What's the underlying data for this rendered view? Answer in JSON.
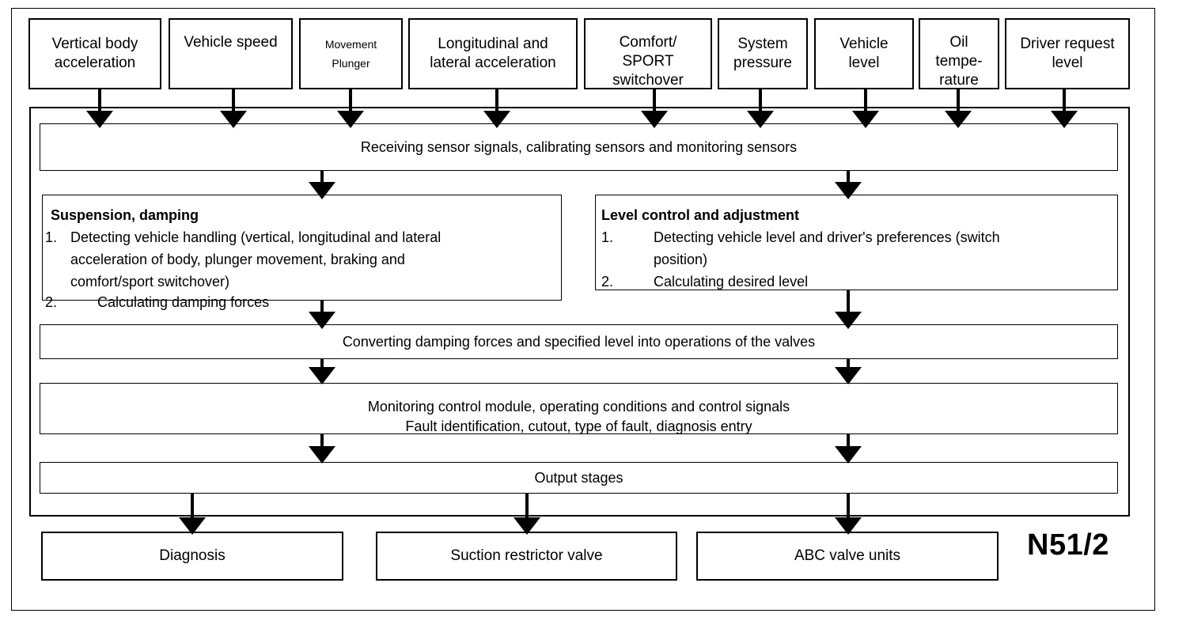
{
  "inputs": [
    {
      "id": "vertical-body-acceleration",
      "text": "Vertical body\nacceleration"
    },
    {
      "id": "vehicle-speed",
      "text": "Vehicle speed"
    },
    {
      "id": "movement-plunger",
      "text": "Movement\nPlunger"
    },
    {
      "id": "longitudinal-lateral-acceleration",
      "text": "Longitudinal and\nlateral acceleration"
    },
    {
      "id": "comfort-sport-switchover",
      "text": "Comfort/\nSPORT\nswitchover"
    },
    {
      "id": "system-pressure",
      "text": "System\npressure"
    },
    {
      "id": "vehicle-level",
      "text": "Vehicle\nlevel"
    },
    {
      "id": "oil-temperature",
      "text": "Oil\ntempe-\nrature"
    },
    {
      "id": "driver-request-level",
      "text": "Driver request\nlevel"
    }
  ],
  "receiving": "Receiving sensor signals, calibrating sensors and monitoring sensors",
  "suspension": {
    "title": "Suspension, damping",
    "item1_num": "1.",
    "item1_text": "Detecting vehicle handling (vertical, longitudinal and lateral\nacceleration of body, plunger movement, braking and\ncomfort/sport switchover)",
    "item2_num": "2.",
    "item2_text": "Calculating damping forces"
  },
  "level": {
    "title": "Level control and adjustment",
    "item1_num": "1.",
    "item1_text": "Detecting vehicle level and driver's preferences (switch\nposition)",
    "item2_num": "2.",
    "item2_text": "Calculating desired level"
  },
  "converting": "Converting damping forces and specified level into operations of the valves",
  "monitoring": {
    "line1": "Monitoring control module, operating conditions and control signals",
    "line2": "Fault identification, cutout, type of fault, diagnosis entry"
  },
  "output_stages": "Output stages",
  "outputs": [
    {
      "id": "diagnosis",
      "text": "Diagnosis"
    },
    {
      "id": "suction-restrictor-valve",
      "text": "Suction restrictor valve"
    },
    {
      "id": "abc-valve-units",
      "text": "ABC valve units"
    }
  ],
  "module_label": "N51/2"
}
